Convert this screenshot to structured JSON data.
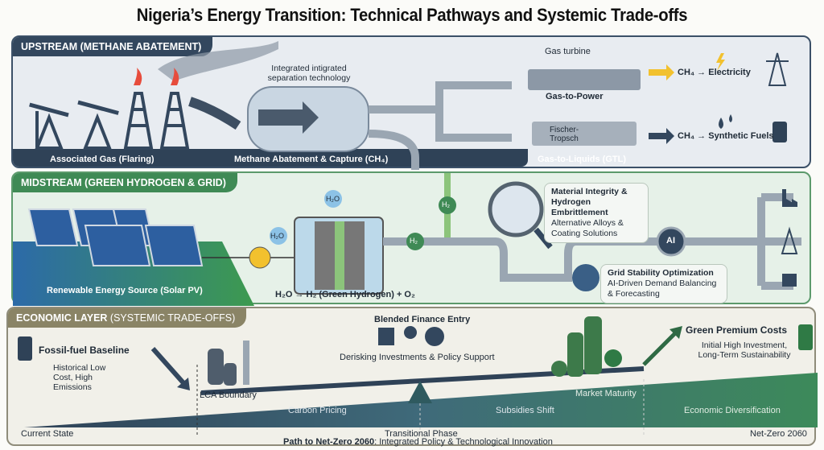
{
  "title": "Nigeria’s Energy Transition: Technical Pathways and Systemic Trade-offs",
  "upstream": {
    "header": "UPSTREAM (METHANE ABATEMENT)",
    "flaring_label": "Associated Gas (Flaring)",
    "separation_note": "Integrated intigrated separation technology",
    "capture_label": "Methane Abatement & Capture (CH₄)",
    "turbine_label": "Gas turbine",
    "gas_to_power": "Gas-to-Power",
    "electricity": "CH₄ → Electricity",
    "fischer_tropsch": "Fischer-Tropsch",
    "gtl_label": "Gas-to-Liquids (GTL)",
    "synthetic_fuels": "CH₄ → Synthetic Fuels"
  },
  "midstream": {
    "header": "MIDSTREAM (GREEN HYDROGEN & GRID)",
    "solar_label": "Renewable Energy Source (Solar PV)",
    "h2o": "H₂O",
    "h2": "H₂",
    "electrolysis": "H₂O → H₂ (Green Hydrogen) + O₂",
    "material_title": "Material Integrity & Hydrogen Embrittlement",
    "material_sub": "Alternative Alloys & Coating Solutions",
    "ai_chip": "AI",
    "grid_title": "Grid Stability Optimization",
    "grid_sub": "AI-Driven Demand Balancing & Forecasting"
  },
  "economic": {
    "header_bold": "ECONOMIC LAYER",
    "header_rest": " (SYSTEMIC TRADE-OFFS)",
    "fossil_title": "Fossil-fuel Baseline",
    "fossil_sub": "Historical Low Cost, High Emissions",
    "blended_title": "Blended Finance Entry",
    "blended_sub": "Derisking Investments & Policy Support",
    "green_title": "Green Premium Costs",
    "green_sub": "Initial High Investment, Long-Term Sustainability",
    "lca": "LCA Boundary",
    "carbon": "Carbon Pricing",
    "subsidies": "Subsidies Shift",
    "maturity": "Market Maturity",
    "diversification": "Economic Diversification",
    "current": "Current State",
    "transitional": "Transitional Phase",
    "netzero": "Net-Zero 2060",
    "path_bold": "Path to Net-Zero 2060",
    "path_rest": ": Integrated Policy & Technological Innovation"
  },
  "colors": {
    "upstream": "#33475e",
    "midstream": "#3f8a55",
    "economic": "#8a8466",
    "accent_yellow": "#f2c12e"
  }
}
